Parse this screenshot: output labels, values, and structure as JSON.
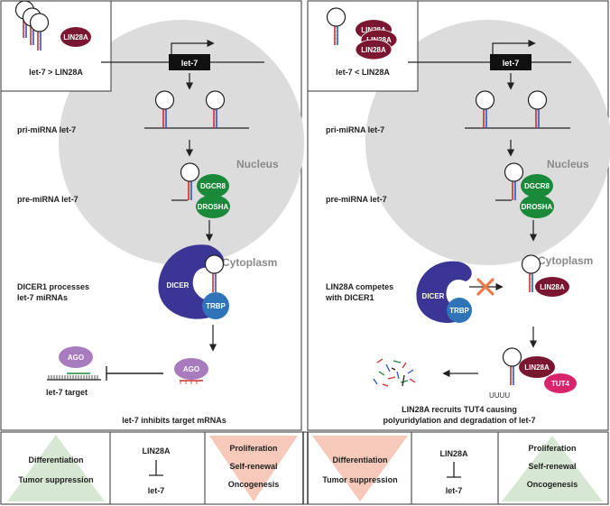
{
  "left": {
    "inset": {
      "ratio": "let-7 > LIN28A",
      "protein": "LIN28A"
    },
    "gene": "let-7",
    "pri": "pri-miRNA let-7",
    "pre": "pre-miRNA let-7",
    "nucleus": "Nucleus",
    "cytoplasm": "Cytoplasm",
    "dgcr8": "DGCR8",
    "drosha": "DROSHA",
    "dicer": "DICER",
    "trbp": "TRBP",
    "dicer_note_1": "DICER1 processes",
    "dicer_note_2": "let-7 miRNAs",
    "ago": "AGO",
    "target": "let-7 target",
    "inhibits": "let-7 inhibits target mRNAs",
    "bottom": {
      "tri_1": "Differentiation",
      "tri_2": "Tumor suppression",
      "top": "LIN28A",
      "bottom": "let-7",
      "inv_1": "Proliferation",
      "inv_2": "Self-renewal",
      "inv_3": "Oncogenesis"
    }
  },
  "right": {
    "inset": {
      "ratio": "let-7 < LIN28A",
      "protein_a": "LIN28A",
      "protein_b": "LIN28A",
      "protein_c": "LIN28A"
    },
    "gene": "let-7",
    "pri": "pri-miRNA let-7",
    "pre": "pre-miRNA let-7",
    "nucleus": "Nucleus",
    "cytoplasm": "Cytoplasm",
    "dgcr8": "DGCR8",
    "drosha": "DROSHA",
    "dicer": "DICER",
    "trbp": "TRBP",
    "compete_1": "LIN28A competes",
    "compete_2": "with DICER1",
    "lin28a_bound": "LIN28A",
    "lin28a_tut": "LIN28A",
    "tut4": "TUT4",
    "uuuu": "UUUU",
    "recruit_1": "LIN28A recruits TUT4 causing",
    "recruit_2": "polyuridylation and degradation of let-7",
    "bottom": {
      "inv_1": "Differentiation",
      "inv_2": "Tumor suppression",
      "top": "LIN28A",
      "bottom": "let-7",
      "tri_1": "Proliferation",
      "tri_2": "Self-renewal",
      "tri_3": "Oncogenesis"
    }
  },
  "colors": {
    "nucleus": "#dcdcdc",
    "green": "#1a8a3a",
    "navy": "#3b3596",
    "blue": "#2f74b8",
    "purple": "#a77bbd",
    "maroon": "#7a1630",
    "magenta": "#d8246d",
    "tri_green": "#d7e8d2",
    "tri_pink": "#f6c9bb",
    "cross": "#ef7a4a"
  }
}
